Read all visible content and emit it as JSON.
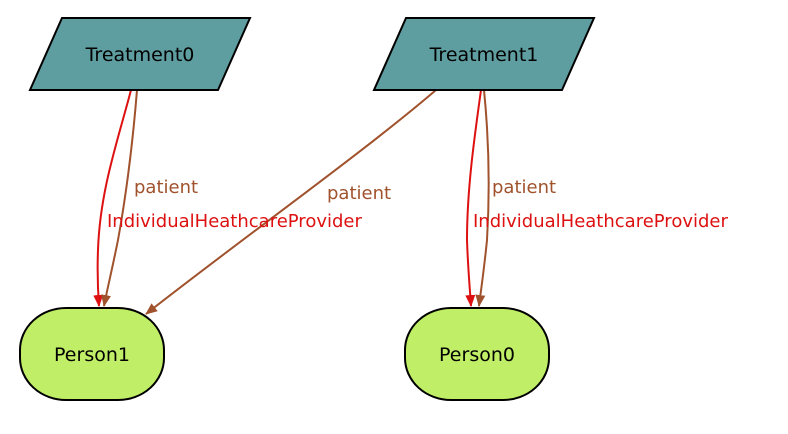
{
  "colors": {
    "treatment_fill": "#5f9ea0",
    "person_fill": "#c0ee66",
    "patient_edge": "#a0522d",
    "provider_edge": "#dd1111",
    "outline": "#000000"
  },
  "nodes": {
    "treatment0": {
      "label": "Treatment0"
    },
    "treatment1": {
      "label": "Treatment1"
    },
    "person0": {
      "label": "Person0"
    },
    "person1": {
      "label": "Person1"
    }
  },
  "edges": {
    "t0_p1_patient": {
      "label": "patient"
    },
    "t0_p1_provider": {
      "label": "IndividualHeathcareProvider"
    },
    "t1_p1_patient": {
      "label": "patient"
    },
    "t1_p0_patient": {
      "label": "patient"
    },
    "t1_p0_provider": {
      "label": "IndividualHeathcareProvider"
    }
  }
}
